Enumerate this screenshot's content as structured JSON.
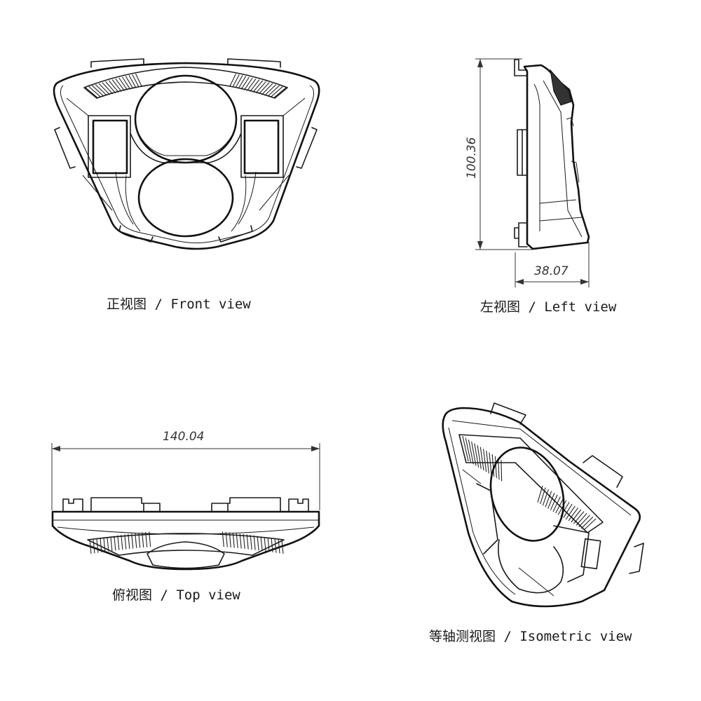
{
  "views": {
    "front": {
      "caption": "正视图 / Front view"
    },
    "left": {
      "caption": "左视图 / Left view",
      "height_dim": "100.36",
      "depth_dim": "38.07"
    },
    "top": {
      "caption": "俯视图 / Top view",
      "width_dim": "140.04"
    },
    "iso": {
      "caption": "等轴测视图 / Isometric view"
    }
  },
  "colors": {
    "line": "#1a1a1a",
    "background": "#ffffff"
  }
}
